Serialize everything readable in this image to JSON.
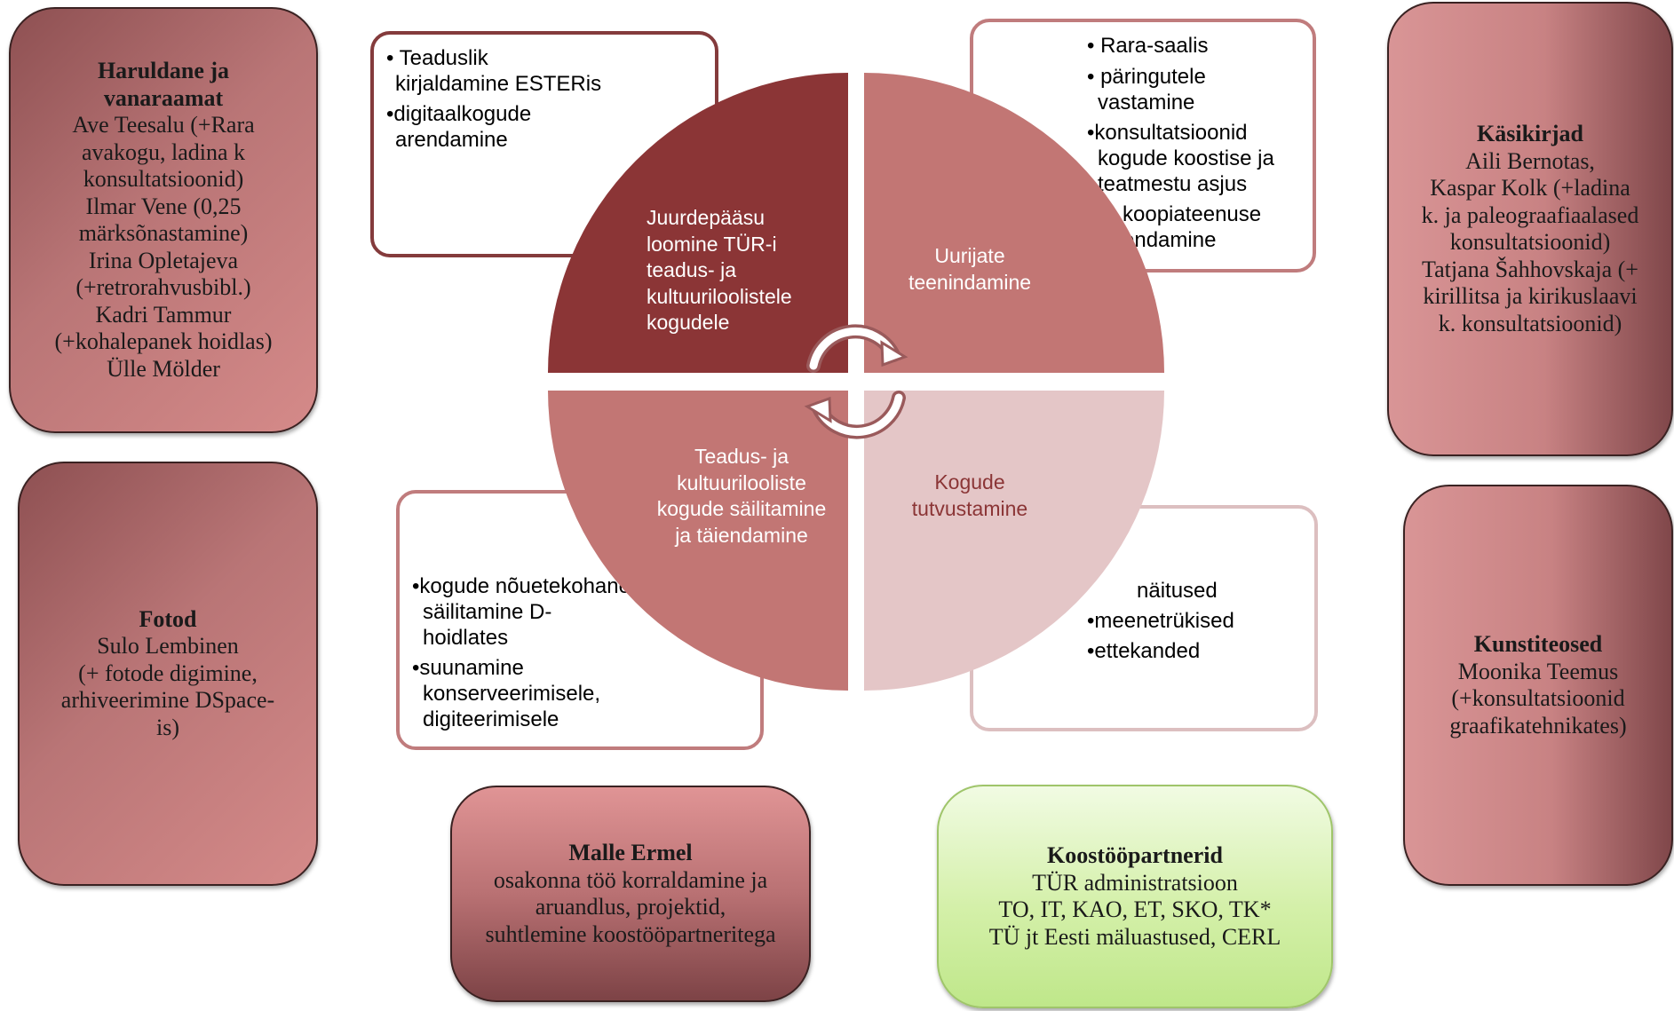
{
  "staff_boxes": {
    "rare_books": {
      "title": "Haruldane ja vanaraamat",
      "lines": [
        "Ave Teesalu (+Rara",
        "avakogu, ladina k",
        "konsultatsioonid)",
        "Ilmar Vene (0,25",
        "märksõnastamine)",
        "Irina Opletajeva",
        "(+retrorahvusbibl.)",
        "Kadri Tammur",
        "(+kohalepanek hoidlas)",
        "Ülle Mölder"
      ]
    },
    "photos": {
      "title": "Fotod",
      "lines": [
        "Sulo Lembinen",
        "(+ fotode digimine,",
        "arhiveerimine DSpace-",
        "is)"
      ]
    },
    "manuscripts": {
      "title": "Käsikirjad",
      "lines": [
        "Aili Bernotas,",
        "Kaspar Kolk (+ladina",
        "k. ja paleograafiaalased",
        "konsultatsioonid)",
        "Tatjana Šahhovskaja (+",
        "kirillitsa ja kirikuslaavi",
        "k. konsultatsioonid)"
      ]
    },
    "artworks": {
      "title": "Kunstiteosed",
      "lines": [
        "Moonika Teemus",
        "(+konsultatsioonid",
        "graafikatehnikates)"
      ]
    },
    "head": {
      "title": "Malle Ermel",
      "lines": [
        "osakonna töö korraldamine ja",
        "aruandlus, projektid,",
        "suhtlemine koostööpartneritega"
      ]
    },
    "partners": {
      "title": "Koostööpartnerid",
      "lines": [
        "TÜR administratsioon",
        "TO, IT, KAO, ET, SKO, TK*",
        "TÜ jt Eesti mäluastused, CERL"
      ]
    }
  },
  "quadrants": {
    "top_left": [
      "Juurdepääsu",
      "loomine TÜR-i",
      "teadus- ja",
      "kultuuriloolistele",
      "kogudele"
    ],
    "top_right": [
      "Uurijate",
      "teenindamine"
    ],
    "bottom_left": [
      "Teadus- ja",
      "kultuurilooliste",
      "kogude säilitamine",
      "ja täiendamine"
    ],
    "bottom_right": [
      "Kogude",
      "tutvustamine"
    ]
  },
  "notes": {
    "top_left": [
      "• Teaduslik",
      "kirjaldamine ESTERis",
      "•digitaalkogude",
      "arendamine"
    ],
    "top_right": [
      "• Rara-saalis",
      "• päringutele",
      "vastamine",
      "•konsultatsioonid",
      "kogude koostise ja",
      "teatmestu asjus",
      "koopiateenuse",
      "endamine"
    ],
    "bottom_left": [
      "•kogude nõuetekohane",
      "säilitamine  D-",
      "hoidlates",
      "•suunamine",
      "konserveerimisele,",
      "digiteerimisele"
    ],
    "bottom_right": [
      "näitused",
      "•meenetrükised",
      "•ettekanded"
    ]
  },
  "colors": {
    "quadrant_top_left": "#8b3536",
    "quadrant_top_right": "#c27674",
    "quadrant_bottom_left": "#c27674",
    "quadrant_bottom_right": "#e4c6c7",
    "note_border_dark": "#843b3c",
    "note_border_mid": "#c07c7d",
    "note_border_light": "#dcbfc0",
    "partners_fill": "#d4f0a9"
  }
}
